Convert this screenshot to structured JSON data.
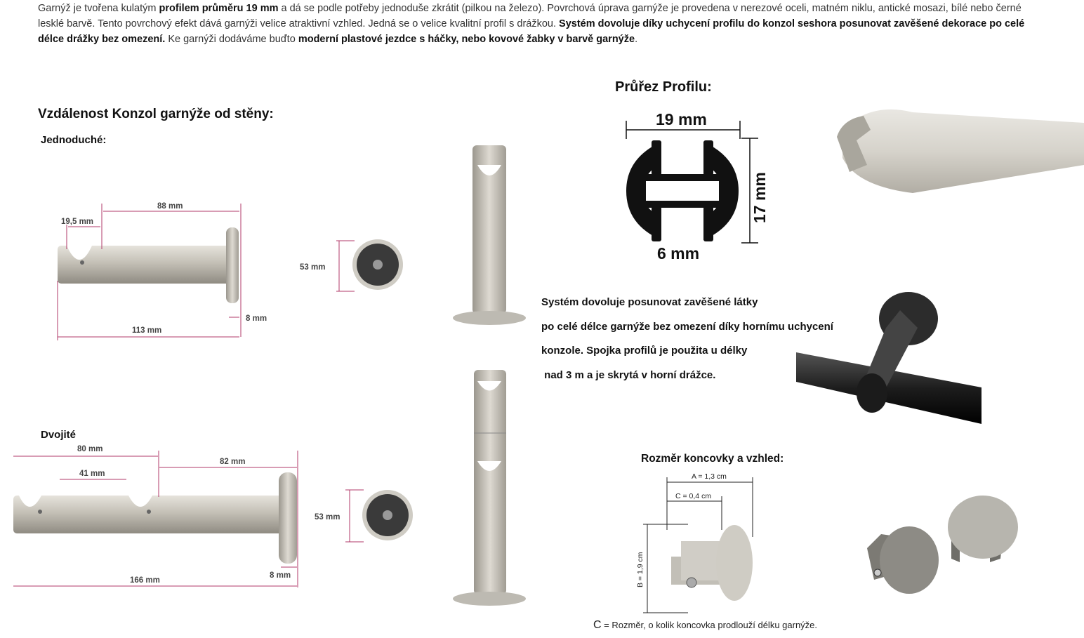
{
  "intro": {
    "p1": "Garnýž je tvořena kulatým ",
    "b1": "profilem průměru 19 mm",
    "p2": " a dá se podle potřeby jednoduše zkrátit (pilkou na železo). Povrchová úprava garnýže je provedena v nerezové oceli, matném niklu, antické mosazi, bílé nebo černé lesklé barvě. Tento povrchový efekt dává garnýži velice atraktivní vzhled. Jedná se o velice kvalitní profil s drážkou. ",
    "b2": "Systém dovoluje díky uchycení profilu do konzol seshora posunovat zavěšené dekorace po celé délce drážky bez omezení.",
    "p3": " Ke garnýži dodáváme buďto ",
    "b3": "moderní plastové jezdce s háčky, nebo kovové žabky v barvě garnýže",
    "p4": "."
  },
  "headings": {
    "distance": "Vzdálenost Konzol garnýže od stěny:",
    "single": "Jednoduché:",
    "double": "Dvojité",
    "profile": "Průřez Profilu:",
    "endcap": "Rozměr koncovky a vzhled:"
  },
  "single_dims": {
    "d1": "19,5 mm",
    "d2": "88 mm",
    "d3": "113 mm",
    "d4": "8 mm",
    "d5": "53 mm"
  },
  "double_dims": {
    "d1": "80 mm",
    "d2": "41 mm",
    "d3": "82 mm",
    "d4": "166 mm",
    "d5": "8 mm",
    "d6": "53 mm"
  },
  "profile_dims": {
    "width": "19 mm",
    "height": "17 mm",
    "slot": "6 mm"
  },
  "system_text": {
    "l1": "Systém dovoluje posunovat zavěšené látky",
    "l2": "po celé délce garnýže bez omezení díky hornímu uchycení",
    "l3": "konzole. Spojka profilů je použita u délky",
    "l4": " nad 3 m a je skrytá v horní drážce."
  },
  "endcap_dims": {
    "a": "A = 1,3 cm",
    "c": "C = 0,4 cm",
    "b": "B = 1,9 cm"
  },
  "note": {
    "c": "C",
    "text": " = Rozměr, o kolik koncovka prodlouží délku garnýže."
  },
  "colors": {
    "dim_line": "#b03a6a",
    "metal": "#c9c6bd",
    "dark": "#111111"
  }
}
